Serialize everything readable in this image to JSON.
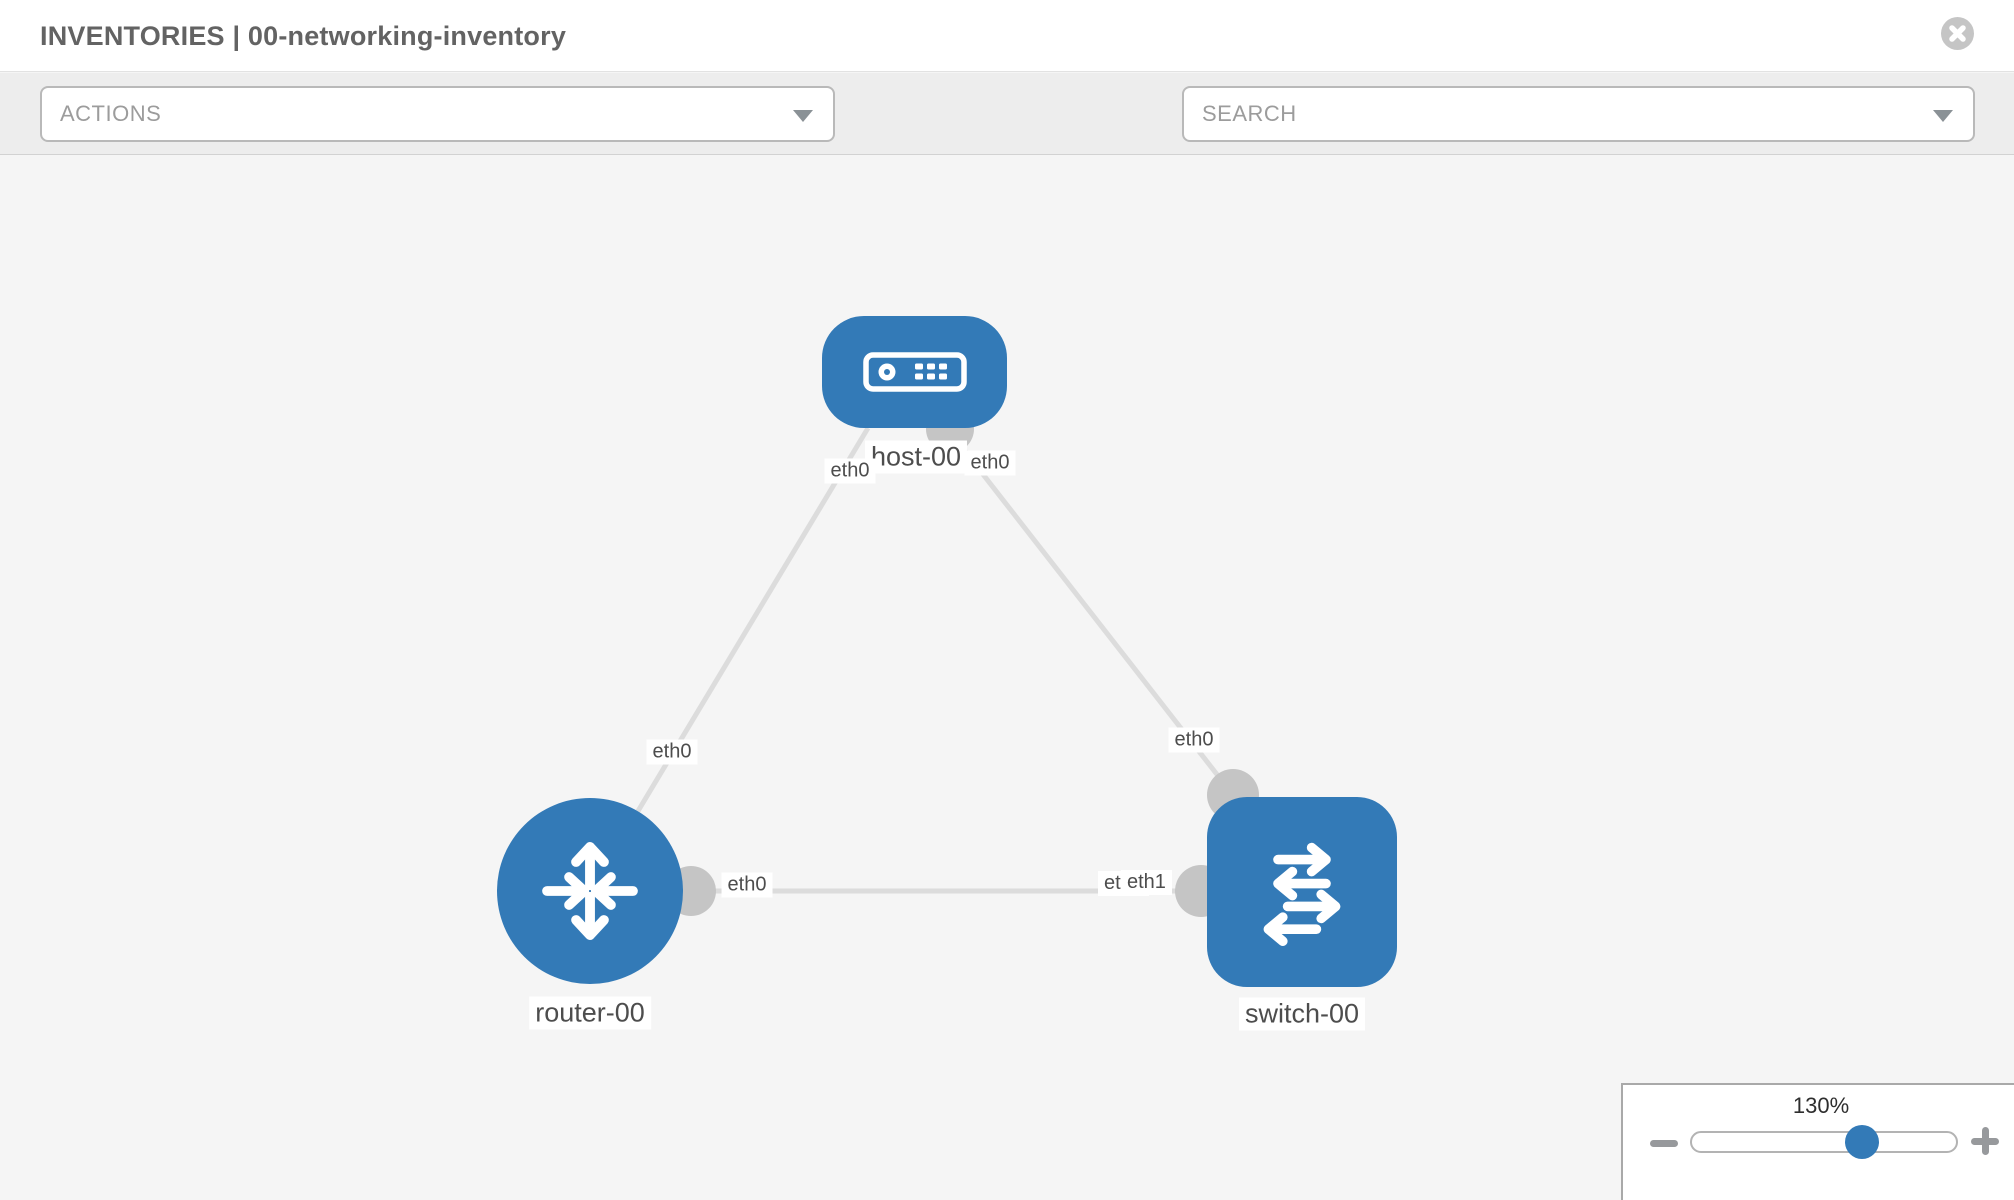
{
  "header": {
    "title": "INVENTORIES | 00-networking-inventory"
  },
  "toolbar": {
    "actions_dropdown": {
      "value": "ACTIONS"
    },
    "search_dropdown": {
      "value": "SEARCH"
    },
    "tools": [
      {
        "icon": "wrench-icon"
      },
      {
        "icon": "key-icon"
      }
    ]
  },
  "topology": {
    "nodes": [
      {
        "id": "host-00",
        "type": "host",
        "label": "host-00",
        "icon": "server-icon"
      },
      {
        "id": "router-00",
        "type": "router",
        "label": "router-00",
        "icon": "router-arrows-icon"
      },
      {
        "id": "switch-00",
        "type": "switch",
        "label": "switch-00",
        "icon": "switch-arrows-icon"
      }
    ],
    "links": [
      {
        "source": "host-00",
        "target": "router-00"
      },
      {
        "source": "host-00",
        "target": "switch-00"
      },
      {
        "source": "router-00",
        "target": "switch-00"
      }
    ],
    "interfaces": {
      "host_bottom_left": "eth0",
      "host_bottom_right": "eth0",
      "link_host_router": "eth0",
      "link_host_switch": "eth0",
      "router_right": "eth0",
      "switch_left_hidden": "eth0",
      "switch_left": "eth1"
    }
  },
  "zoom_panel": {
    "level": "130%"
  },
  "colors": {
    "node_blue": "#337ab7",
    "link_gray": "#dcdcdc",
    "connector_gray": "#c5c5c5",
    "icon_gray": "#8a9196",
    "toolbar_bg": "#ededed",
    "canvas_bg": "#f5f5f5"
  }
}
